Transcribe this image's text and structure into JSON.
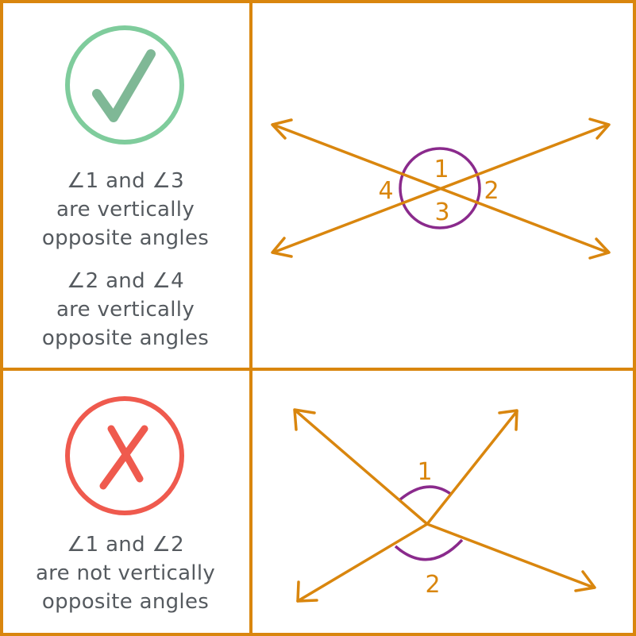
{
  "colors": {
    "frame": "#d9860e",
    "ray": "#d9860e",
    "arc": "#8a2a8c",
    "correct": "#7fcc9c",
    "correct_mark": "#7fb896",
    "wrong": "#ef5a4e",
    "text": "#555a5f"
  },
  "icons": {
    "correct": "check-mark-icon",
    "wrong": "cross-mark-icon"
  },
  "top": {
    "caption1": {
      "line1": "∠1 and ∠3",
      "line2": "are vertically",
      "line3": "opposite angles"
    },
    "caption2": {
      "line1": "∠2 and ∠4",
      "line2": "are vertically",
      "line3": "opposite angles"
    },
    "labels": {
      "a1": "1",
      "a2": "2",
      "a3": "3",
      "a4": "4"
    }
  },
  "bottom": {
    "caption": {
      "line1": "∠1 and ∠2",
      "line2": "are not vertically",
      "line3": "opposite angles"
    },
    "labels": {
      "a1": "1",
      "a2": "2"
    }
  }
}
